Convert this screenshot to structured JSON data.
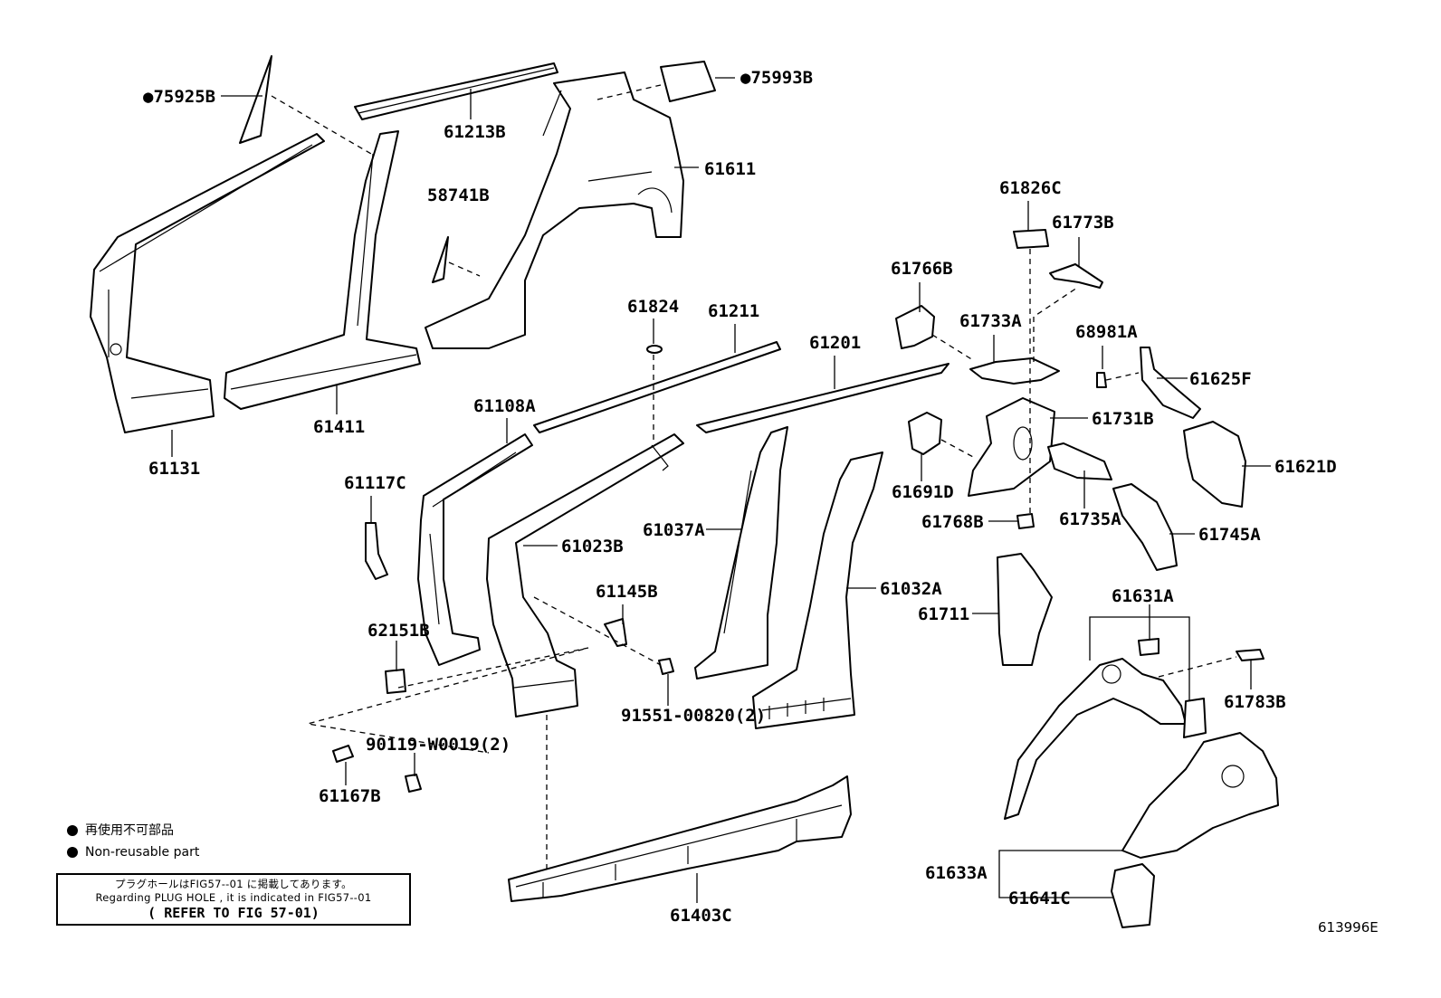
{
  "parts": {
    "p75925B": "●75925B",
    "p61213B": "61213B",
    "p75993B": "●75993B",
    "p61611": "61611",
    "p58741B": "58741B",
    "p61131": "61131",
    "p61411": "61411",
    "p61826C": "61826C",
    "p61773B": "61773B",
    "p61766B": "61766B",
    "p61824": "61824",
    "p61211": "61211",
    "p61201": "61201",
    "p61733A": "61733A",
    "p68981A": "68981A",
    "p61625F": "61625F",
    "p61108A": "61108A",
    "p61731B": "61731B",
    "p61621D": "61621D",
    "p61117C": "61117C",
    "p61023B": "61023B",
    "p61037A": "61037A",
    "p61691D": "61691D",
    "p61768B": "61768B",
    "p61735A": "61735A",
    "p61745A": "61745A",
    "p61145B": "61145B",
    "p61032A": "61032A",
    "p61711": "61711",
    "p61631A": "61631A",
    "p62151B": "62151B",
    "p61783B": "61783B",
    "p91551": "91551-00820(2)",
    "p90119": "90119-W0019(2)",
    "p61167B": "61167B",
    "p61633A": "61633A",
    "p61641C": "61641C",
    "p61403C": "61403C"
  },
  "legend": {
    "jp": "再使用不可部品",
    "en": "Non-reusable part"
  },
  "note": {
    "line1": "プラグホールはFIG57--01 に掲載してあります。",
    "line2": "Regarding  PLUG HOLE , it is indicated in FIG57--01",
    "line3": "( REFER TO FIG 57-01)"
  },
  "figure_id": "613996E"
}
